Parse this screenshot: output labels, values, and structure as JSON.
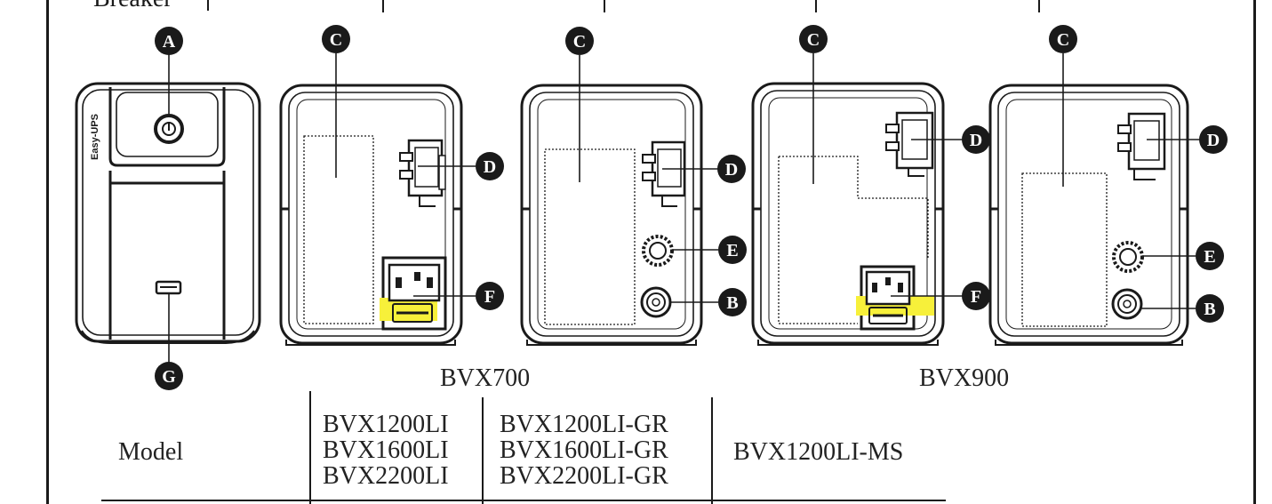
{
  "top_header_label": "Breaker",
  "callouts": {
    "a": "A",
    "b": "B",
    "c": "C",
    "d": "D",
    "e": "E",
    "f": "F",
    "g": "G"
  },
  "front_panel_logo": "Easy-UPS",
  "figure_labels": {
    "bvx700": "BVX700",
    "bvx900": "BVX900"
  },
  "table": {
    "row_header": "Model",
    "col1": [
      "BVX1200LI",
      "BVX1600LI",
      "BVX2200LI"
    ],
    "col2": [
      "BVX1200LI-GR",
      "BVX1600LI-GR",
      "BVX2200LI-GR"
    ],
    "col3": "BVX1200LI-MS"
  },
  "colors": {
    "ink": "#1a1a1a",
    "highlight": "#f7f03a"
  }
}
